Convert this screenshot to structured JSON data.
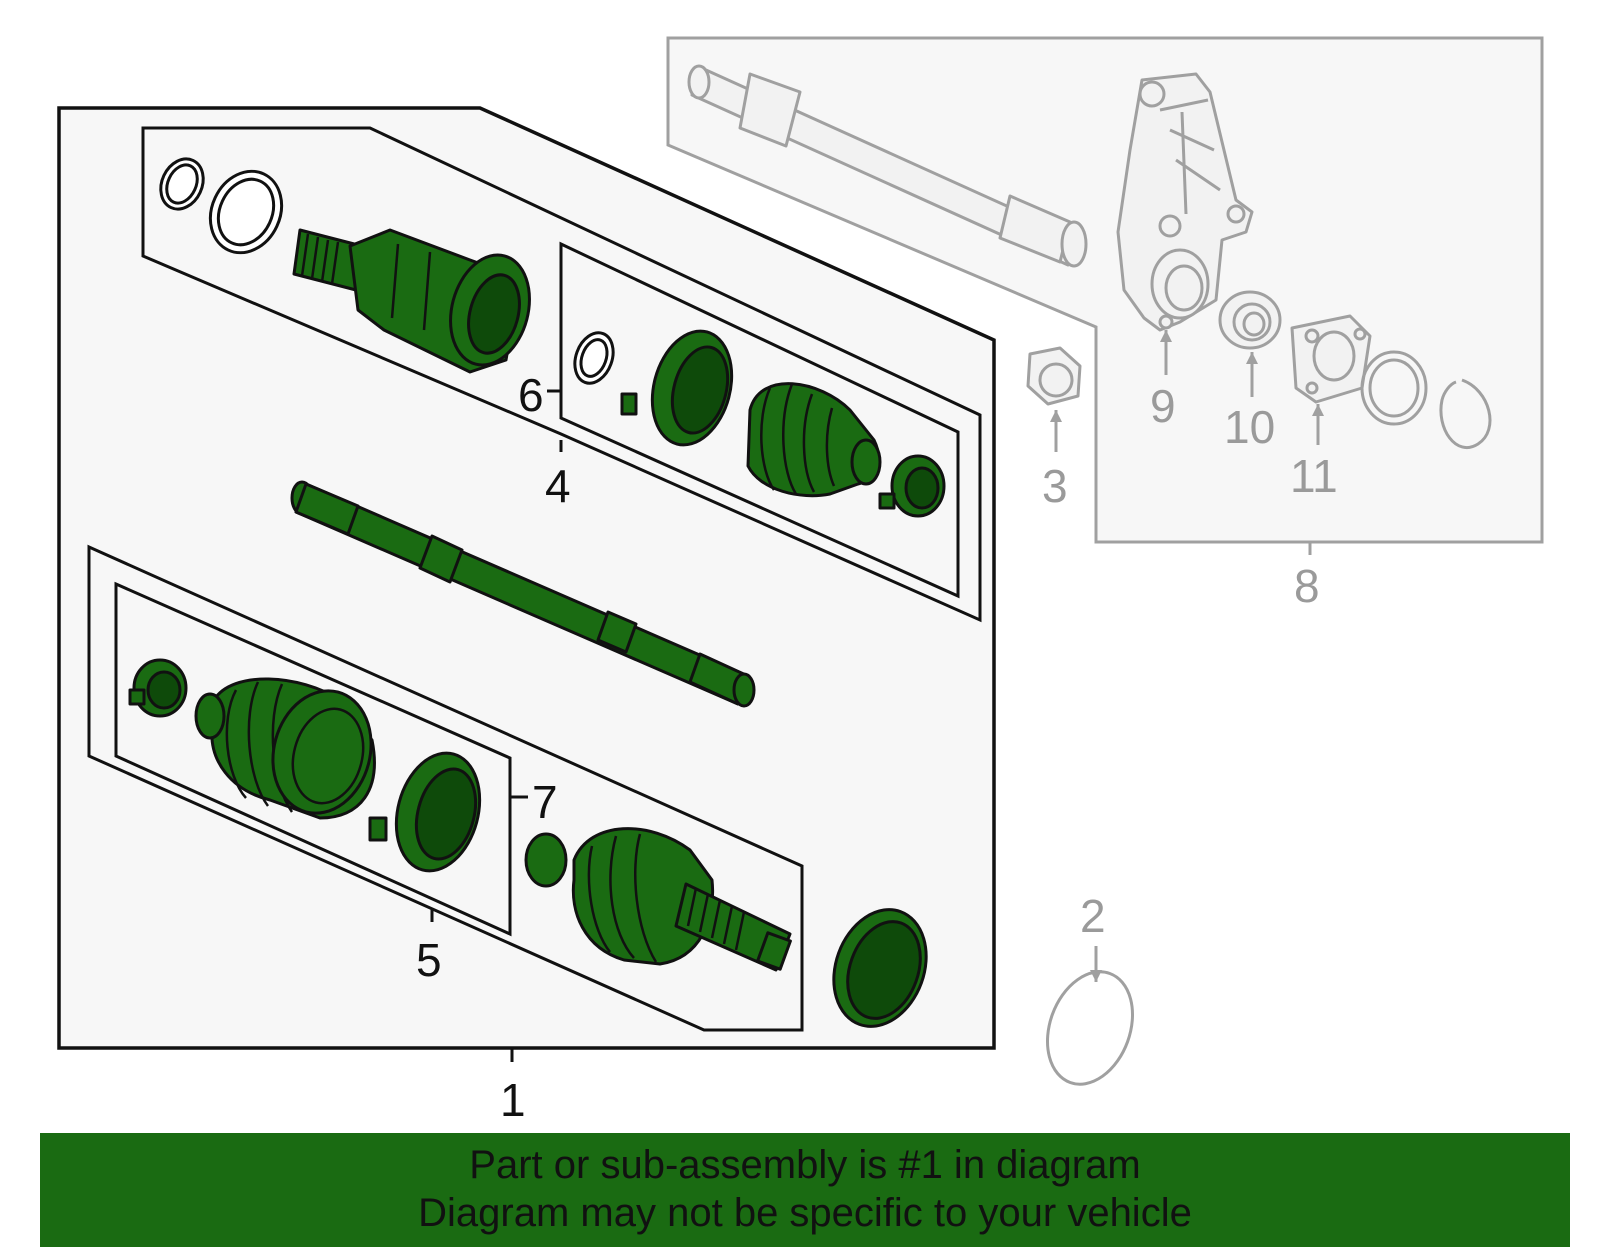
{
  "banner": {
    "line1": "Part or sub-assembly is #1 in diagram",
    "line2": "Diagram may not be specific to your vehicle"
  },
  "callouts": {
    "c1": "1",
    "c2": "2",
    "c3": "3",
    "c4": "4",
    "c5": "5",
    "c6": "6",
    "c7": "7",
    "c8": "8",
    "c9": "9",
    "c10": "10",
    "c11": "11"
  },
  "colors": {
    "highlight_part": "#1a6b12",
    "highlight_dark": "#0e4a0a",
    "banner": "#1a6b12",
    "panel_fill": "#f7f7f7",
    "outline": "#111111",
    "muted_outline": "#a0a0a0"
  }
}
